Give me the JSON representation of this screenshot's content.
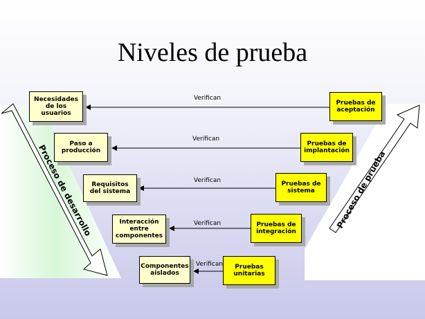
{
  "title": "Niveles de prueba",
  "left_band_label": "Proceso de desarrollo",
  "right_band_label": "Proceso de prueba",
  "left_boxes": [
    "Necesidades de los usuarios",
    "Paso a producción",
    "Requisitos del sistema",
    "Interacción entre componentes",
    "Componentes aislados"
  ],
  "right_boxes": [
    "Pruebas de aceptación",
    "Pruebas de implantación",
    "Pruebas de sistema",
    "Pruebas de integración",
    "Pruebas unitarias"
  ],
  "edge_labels": [
    "Verifican",
    "Verifican",
    "Verifican",
    "Verifican",
    "Verifican"
  ],
  "colors": {
    "left_band": "#ccf5cc",
    "right_band": "#ffffff",
    "left_box_fill": "#ffffcc",
    "right_box_fill": "#ffff00"
  }
}
